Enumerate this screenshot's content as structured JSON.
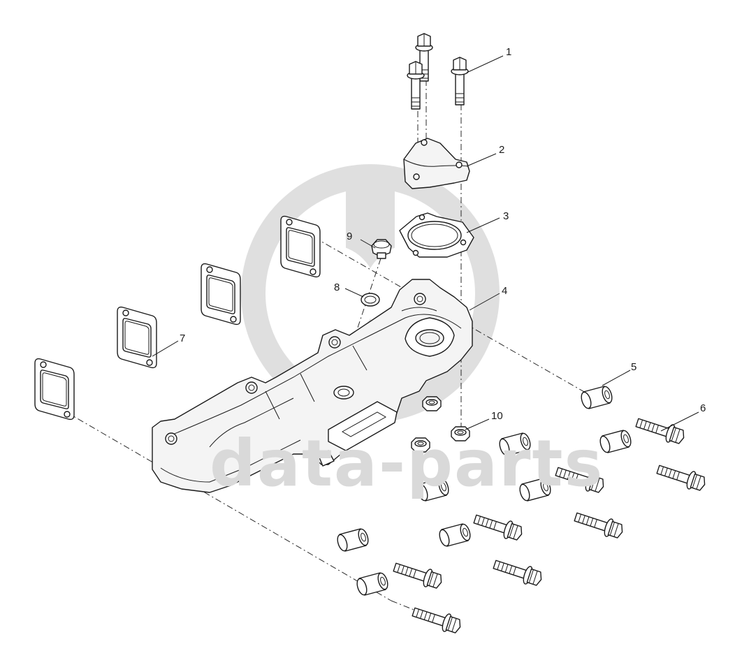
{
  "watermark": {
    "brand": "data-parts",
    "color": "#d9d9d9"
  },
  "callouts": [
    {
      "id": "1",
      "label": "1"
    },
    {
      "id": "2",
      "label": "2"
    },
    {
      "id": "3",
      "label": "3"
    },
    {
      "id": "4",
      "label": "4"
    },
    {
      "id": "5",
      "label": "5"
    },
    {
      "id": "6",
      "label": "6"
    },
    {
      "id": "7",
      "label": "7"
    },
    {
      "id": "8",
      "label": "8"
    },
    {
      "id": "9",
      "label": "9"
    },
    {
      "id": "10",
      "label": "10"
    }
  ],
  "stroke_color": "#1a1a1a"
}
